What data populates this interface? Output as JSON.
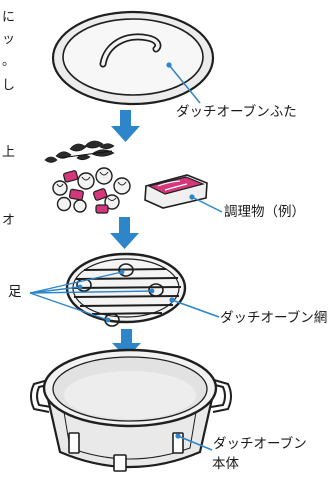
{
  "labels": {
    "lid": "ダッチオーブンふた",
    "food": "調理物（例）",
    "legs": "足",
    "rack": "ダッチオーブン網",
    "body_line1": "ダッチオーブン",
    "body_line2": "本体"
  },
  "margin_text": [
    "に",
    "ッ",
    "。",
    "し",
    "上",
    "オ"
  ],
  "colors": {
    "arrow": "#2d86c9",
    "leader": "#2d86c9",
    "outline": "#1f1f1f",
    "meat": "#d4377a",
    "metal": "#e9e9e9"
  }
}
